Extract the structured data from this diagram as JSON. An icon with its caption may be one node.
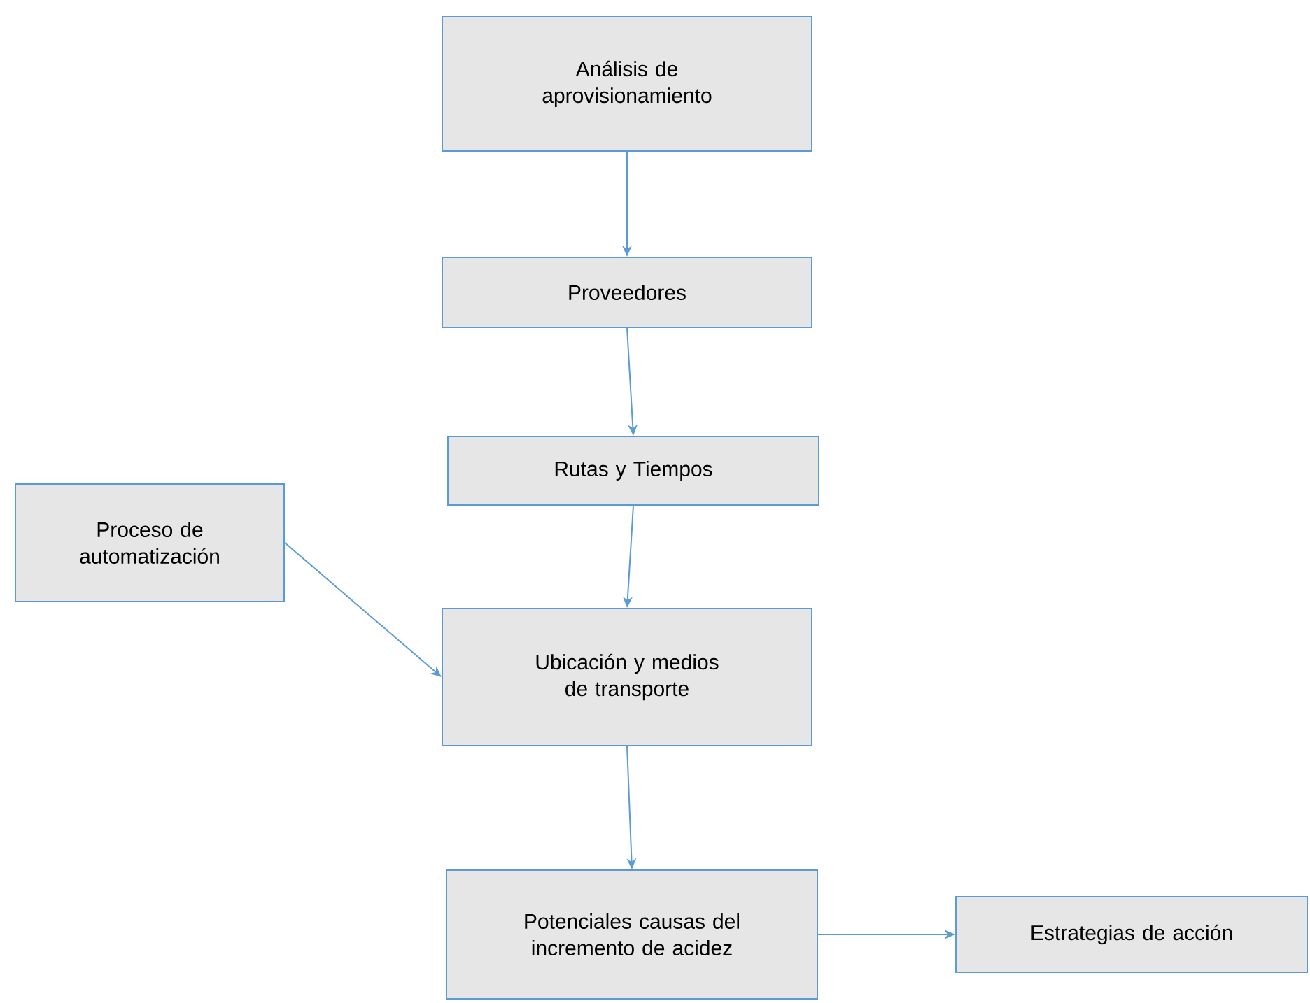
{
  "diagram": {
    "nodes": [
      {
        "text": [
          "Análisis de aprovisionamiento"
        ]
      },
      {
        "text": [
          "Proveedores"
        ]
      },
      {
        "text": [
          "Rutas y Tiempos"
        ]
      },
      {
        "text": [
          "Proceso de automatización"
        ]
      },
      {
        "text": [
          "Ubicación y medios de transporte"
        ]
      },
      {
        "text": [
          "Potenciales causas del incremento de acidez"
        ]
      },
      {
        "text": [
          "Estrategias de acción"
        ]
      }
    ],
    "edges": [
      {
        "from": 0,
        "to": 1,
        "arrow": "to"
      },
      {
        "from": 1,
        "to": 2,
        "arrow": "to"
      },
      {
        "from": 2,
        "to": 4,
        "arrow": "to"
      },
      {
        "from": 3,
        "to": 4,
        "arrow": "to"
      },
      {
        "from": 4,
        "to": 5,
        "arrow": "to"
      },
      {
        "from": 5,
        "to": 6,
        "arrow": "to"
      }
    ]
  }
}
